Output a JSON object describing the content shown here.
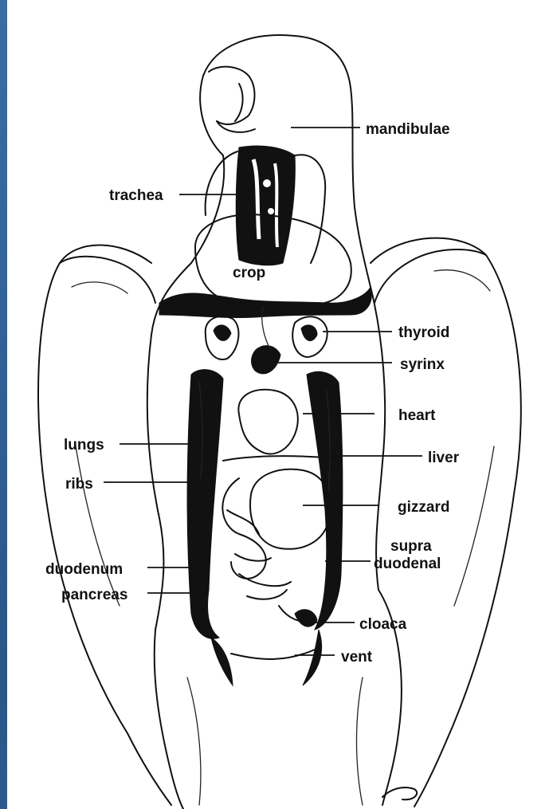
{
  "labels": {
    "mandibulae": "mandibulae",
    "trachea": "trachea",
    "crop": "crop",
    "thyroid": "thyroid",
    "syrinx": "syrinx",
    "heart": "heart",
    "lungs": "lungs",
    "liver": "liver",
    "ribs": "ribs",
    "gizzard": "gizzard",
    "supra": "supra",
    "duodenal": "duodenal",
    "duodenum": "duodenum",
    "pancreas": "pancreas",
    "cloaca": "cloaca",
    "vent": "vent"
  },
  "colors": {
    "border": "#2f5f93",
    "paper": "#ffffff",
    "ink": "#111111"
  }
}
